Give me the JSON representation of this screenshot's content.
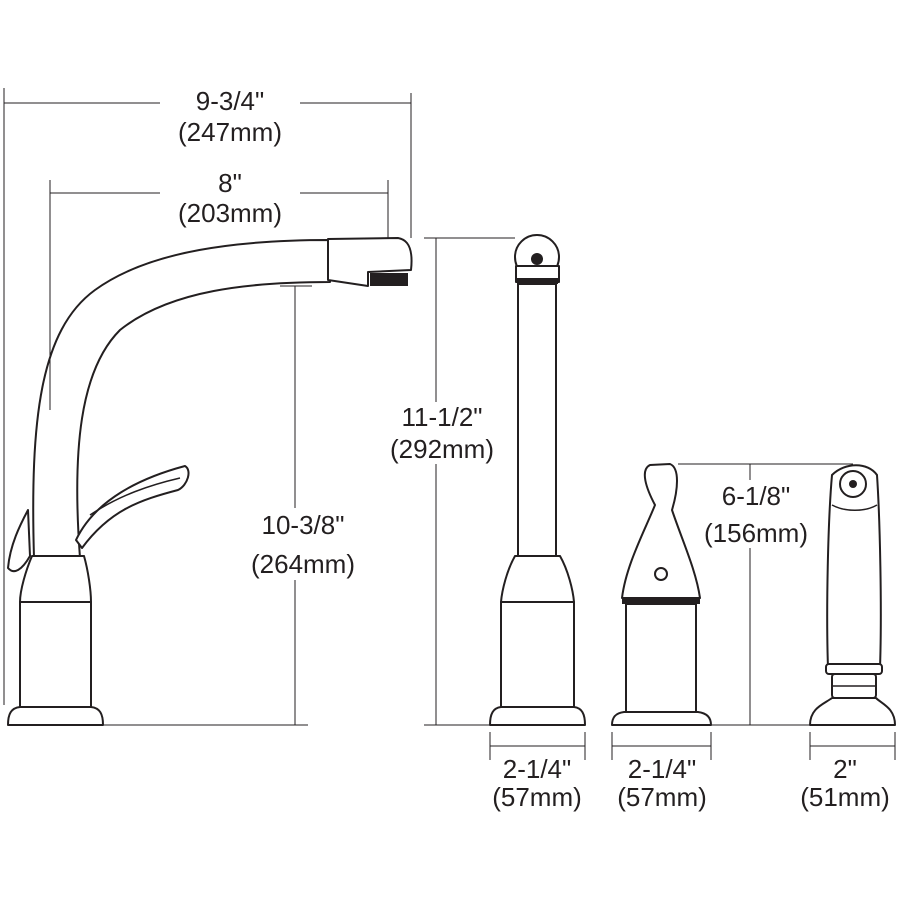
{
  "dimensions": {
    "overall_reach": {
      "inches": "9-3/4\"",
      "mm": "(247mm)"
    },
    "spout_reach": {
      "inches": "8\"",
      "mm": "(203mm)"
    },
    "spout_height": {
      "inches": "10-3/8\"",
      "mm": "(264mm)"
    },
    "riser_height": {
      "inches": "11-1/2\"",
      "mm": "(292mm)"
    },
    "handle_height": {
      "inches": "6-1/8\"",
      "mm": "(156mm)"
    },
    "riser_base": {
      "inches": "2-1/4\"",
      "mm": "(57mm)"
    },
    "handle_base": {
      "inches": "2-1/4\"",
      "mm": "(57mm)"
    },
    "sprayer_base": {
      "inches": "2\"",
      "mm": "(51mm)"
    }
  },
  "colors": {
    "line": "#231f20",
    "background": "#ffffff"
  }
}
